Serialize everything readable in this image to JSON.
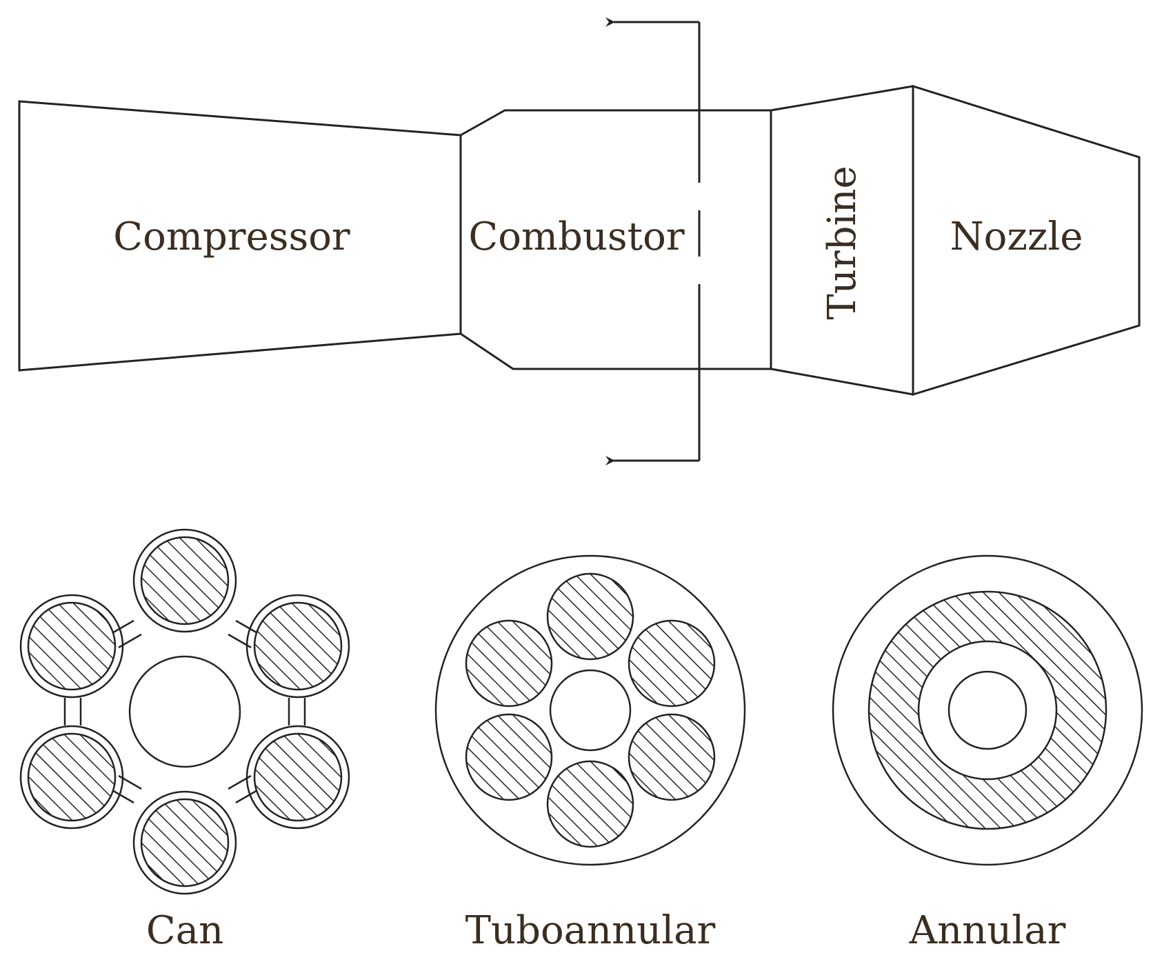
{
  "engine": {
    "sections": [
      {
        "id": "compressor",
        "label": "Compressor"
      },
      {
        "id": "combustor",
        "label": "Combustor"
      },
      {
        "id": "turbine",
        "label": "Turbine"
      },
      {
        "id": "nozzle",
        "label": "Nozzle"
      }
    ]
  },
  "cross_sections": [
    {
      "id": "can",
      "label": "Can"
    },
    {
      "id": "tuboannular",
      "label": "Tuboannular"
    },
    {
      "id": "annular",
      "label": "Annular"
    }
  ],
  "colors": {
    "line": "#222222",
    "text": "#3a2e22",
    "background": "#ffffff"
  }
}
